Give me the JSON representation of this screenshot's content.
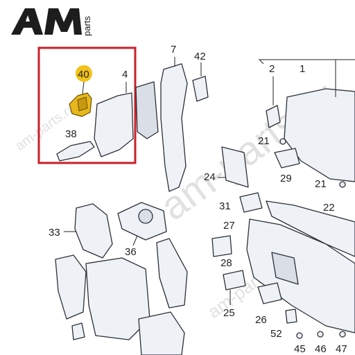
{
  "logo": {
    "brand": "AM",
    "suffix": "parts"
  },
  "watermarks": [
    "am-parts.ru",
    "am-parts.ru",
    "am-parts.ru"
  ],
  "highlight": {
    "color": "#cc1f2a",
    "badge_color": "#f2c21a"
  },
  "callouts": [
    "40",
    "4",
    "38",
    "7",
    "42",
    "2",
    "1",
    "21",
    "29",
    "21",
    "24",
    "31",
    "22",
    "33",
    "36",
    "27",
    "28",
    "25",
    "26",
    "52",
    "45",
    "46",
    "47"
  ],
  "colors": {
    "part_fill": "#eef1f6",
    "part_stroke": "#2b2f36",
    "highlighted_part": "#e7b81c"
  }
}
